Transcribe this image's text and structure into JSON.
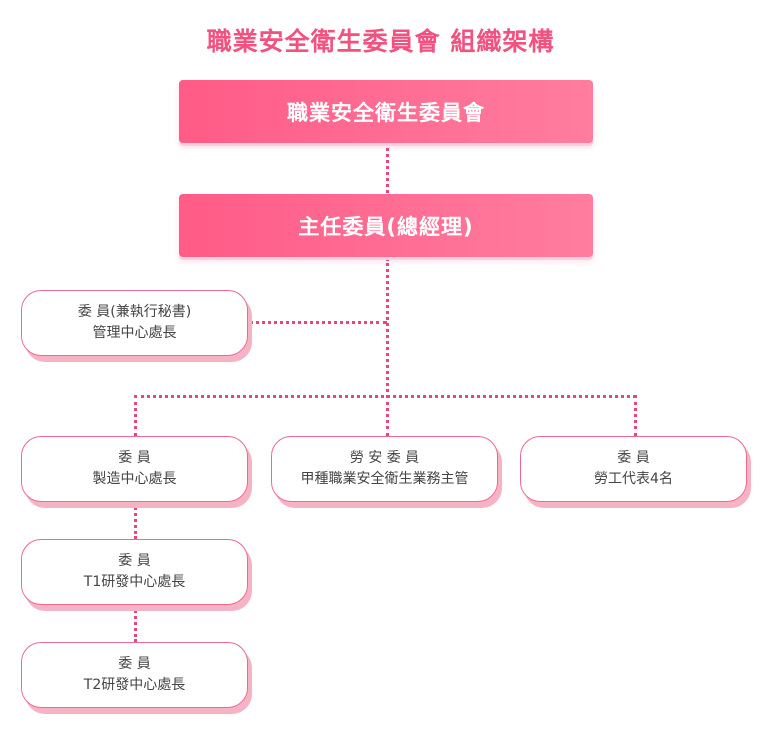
{
  "title": "職業安全衛生委員會 組織架構",
  "committee": "職業安全衛生委員會",
  "chair": "主任委員(總經理)",
  "secretary": {
    "line1": "委 員(兼執行秘書)",
    "line2": "管理中心處長"
  },
  "members": [
    {
      "line1": "委 員",
      "line2": "製造中心處長"
    },
    {
      "line1": "勞 安 委 員",
      "line2": "甲種職業安全衛生業務主管"
    },
    {
      "line1": "委 員",
      "line2": "勞工代表4名"
    },
    {
      "line1": "委 員",
      "line2": "T1研發中心處長"
    },
    {
      "line1": "委 員",
      "line2": "T2研發中心處長"
    }
  ],
  "colors": {
    "accent": "#f2527f",
    "banner_start": "#ff5b87",
    "banner_end": "#ff7d9f",
    "box_border": "#ef6a8f",
    "box_shadow": "#f7b3c6",
    "connector": "#e4477a"
  }
}
